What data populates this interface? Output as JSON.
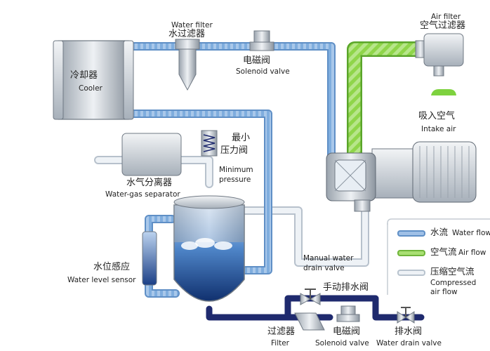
{
  "components": {
    "cooler": {
      "zh": "冷却器",
      "en": "Cooler"
    },
    "water_filter": {
      "en": "Water filter",
      "zh": "水过滤器"
    },
    "solenoid_valve_top": {
      "zh": "电磁阀",
      "en": "Solenoid valve"
    },
    "air_filter": {
      "en": "Air filter",
      "zh": "空气过滤器"
    },
    "intake_air": {
      "zh": "吸入空气",
      "en": "Intake air"
    },
    "min_pressure_valve": {
      "zh_line1": "最小",
      "zh_line2": "压力阀",
      "en_line1": "Minimum",
      "en_line2": "pressure"
    },
    "separator": {
      "zh": "水气分离器",
      "en": "Water-gas separator"
    },
    "manual_drain": {
      "en_line1": "Manual water",
      "en_line2": "drain valve",
      "zh": "手动排水阀"
    },
    "level_sensor": {
      "zh": "水位感应",
      "en": "Water level sensor"
    },
    "filter": {
      "zh": "过滤器",
      "en": "Filter"
    },
    "solenoid_valve_bottom": {
      "zh": "电磁阀",
      "en": "Solenoid valve"
    },
    "drain_valve": {
      "zh": "排水阀",
      "en": "Water drain valve"
    }
  },
  "legend": {
    "water": {
      "zh": "水流",
      "en": "Water flow",
      "color": "#6f9fd3"
    },
    "air": {
      "zh": "空气流",
      "en": "Air flow",
      "color": "#86cf3f"
    },
    "compressed": {
      "zh": "压缩空气流",
      "en_line1": "Compressed",
      "en_line2": "air flow",
      "color": "#e9eef3"
    }
  },
  "colors": {
    "water_pipe": "#7aa9dc",
    "air_pipe": "#86cf3f",
    "compressed_pipe": "#e7edf3",
    "drain_pipe": "#25307a"
  }
}
